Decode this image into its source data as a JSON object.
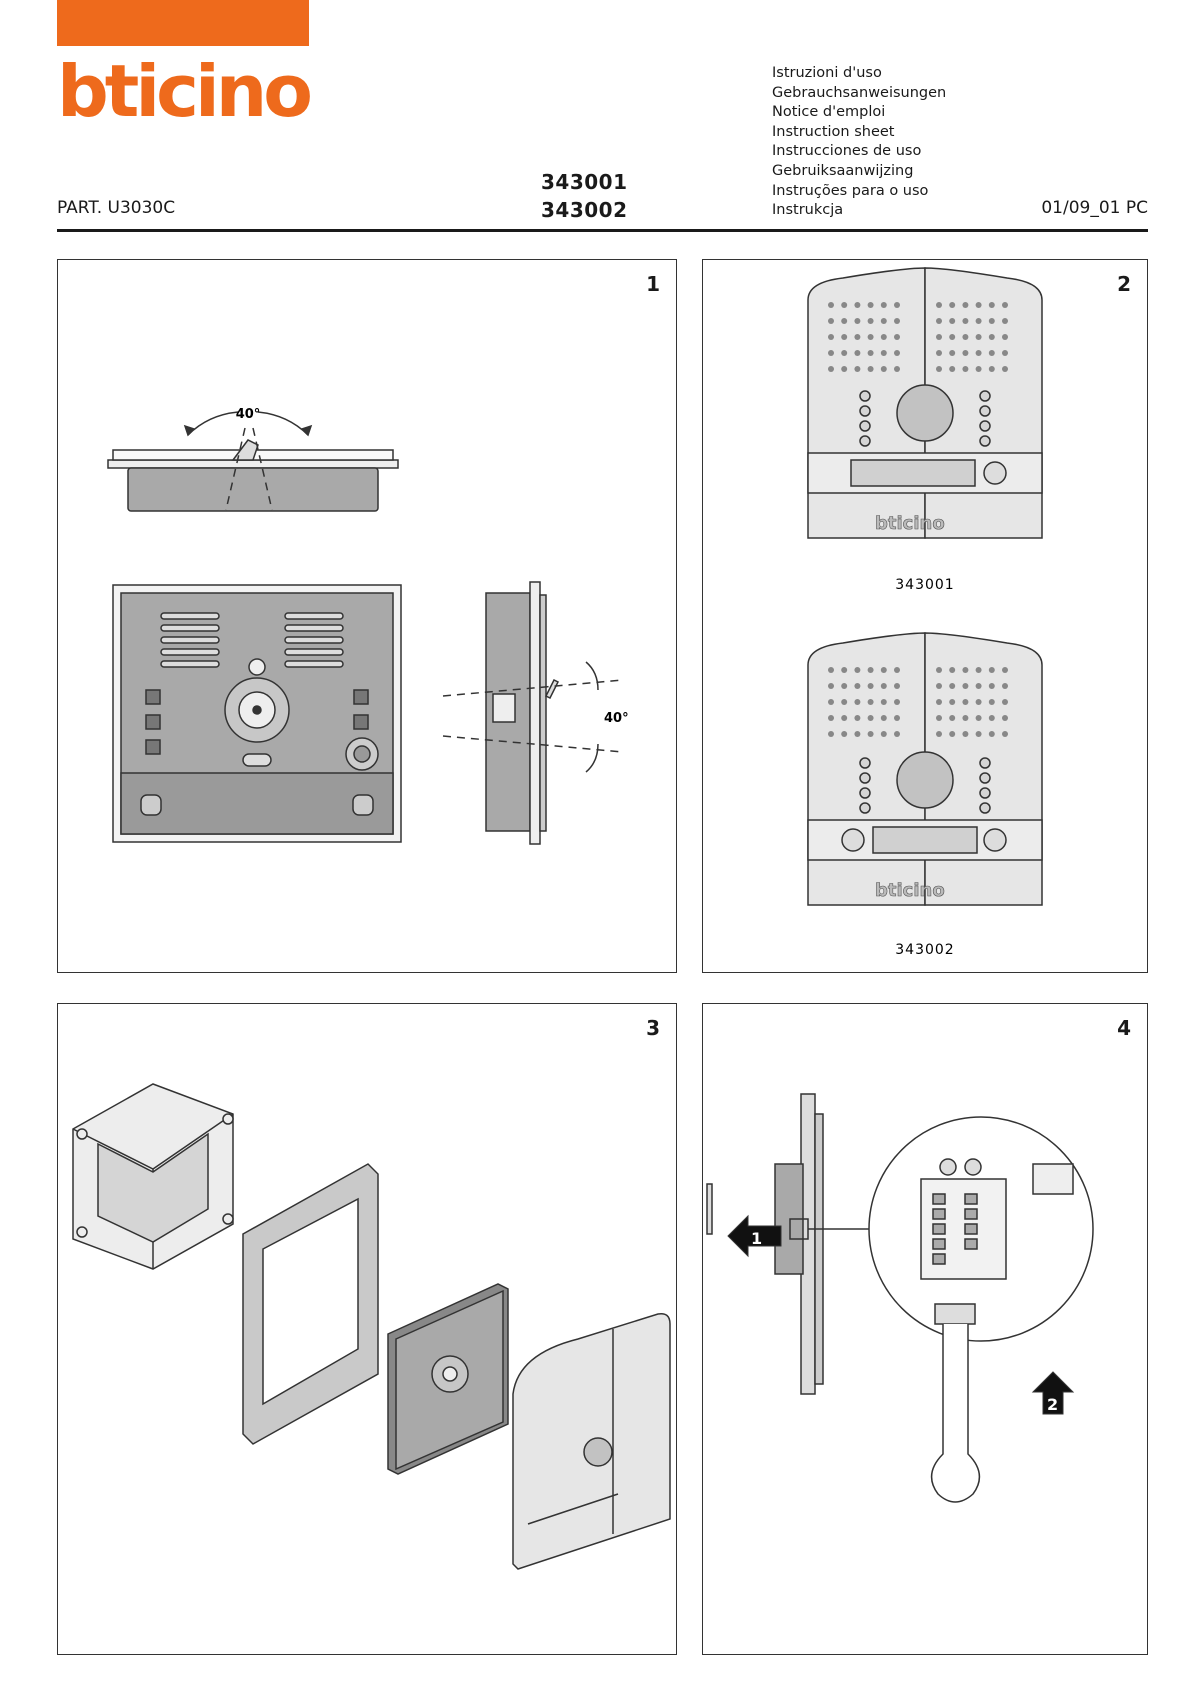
{
  "header": {
    "brand": "bticino",
    "part": "PART. U3030C",
    "codes": [
      "343001",
      "343002"
    ],
    "languages": [
      "Istruzioni d'uso",
      "Gebrauchsanweisungen",
      "Notice d'emploi",
      "Instruction sheet",
      "Instrucciones de uso",
      "Gebruiksaanwijzing",
      "Instruções para o uso",
      "Instrukcja"
    ],
    "date": "01/09_01 PC"
  },
  "panels": [
    {
      "number": "1",
      "angle_top": "40°",
      "angle_side": "40°"
    },
    {
      "number": "2",
      "captions": [
        "343001",
        "343002"
      ],
      "panel_logo": "bticino"
    },
    {
      "number": "3"
    },
    {
      "number": "4",
      "arrow_labels": [
        "1",
        "2"
      ]
    }
  ],
  "colors": {
    "brand_orange": "#ee6a1c",
    "line": "#333333",
    "device_grey": "#a9a9a9",
    "faceplate": "#e6e6e6"
  }
}
